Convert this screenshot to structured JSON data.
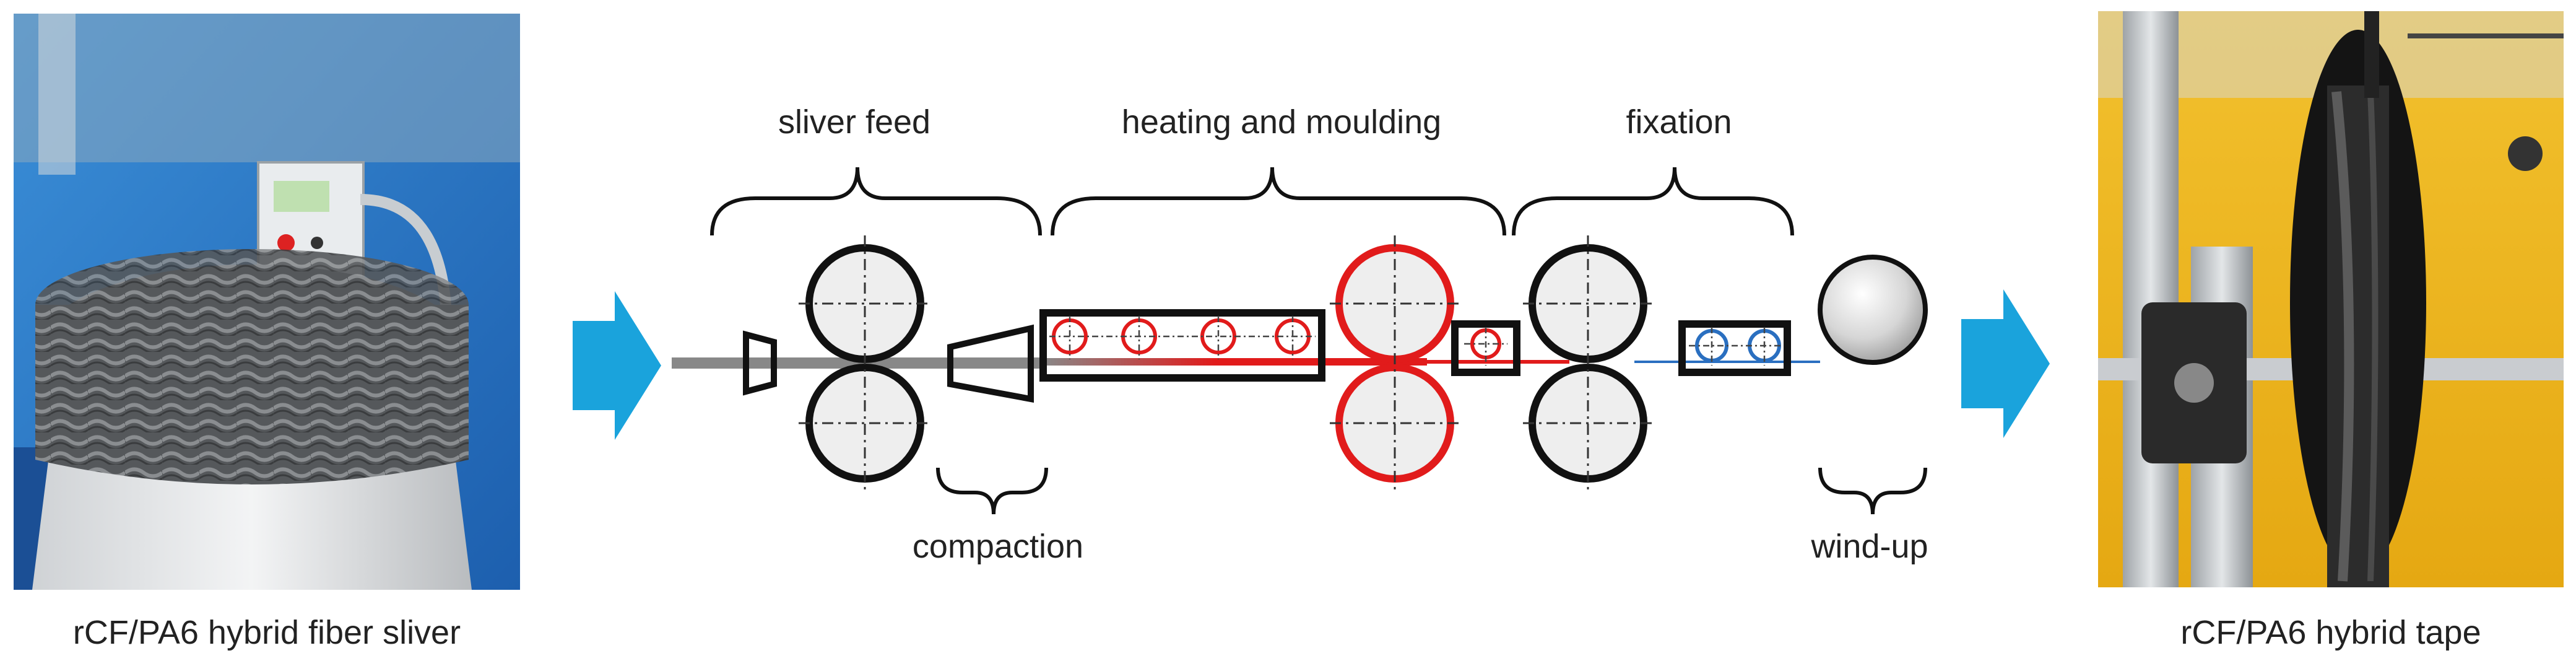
{
  "captions": {
    "left_photo": "rCF/PA6 hybrid fiber sliver",
    "right_photo": "rCF/PA6 hybrid tape"
  },
  "stages": {
    "sliver_feed": "sliver feed",
    "heating_moulding": "heating and moulding",
    "fixation": "fixation",
    "compaction": "compaction",
    "wind_up": "wind-up"
  },
  "colors": {
    "flow_arrow": "#1aa3dc",
    "heated": "#e11b1b",
    "cooled": "#2a6fc0",
    "roller_fill": "#eeeeee",
    "outline": "#111111",
    "sliver": "#888888"
  }
}
